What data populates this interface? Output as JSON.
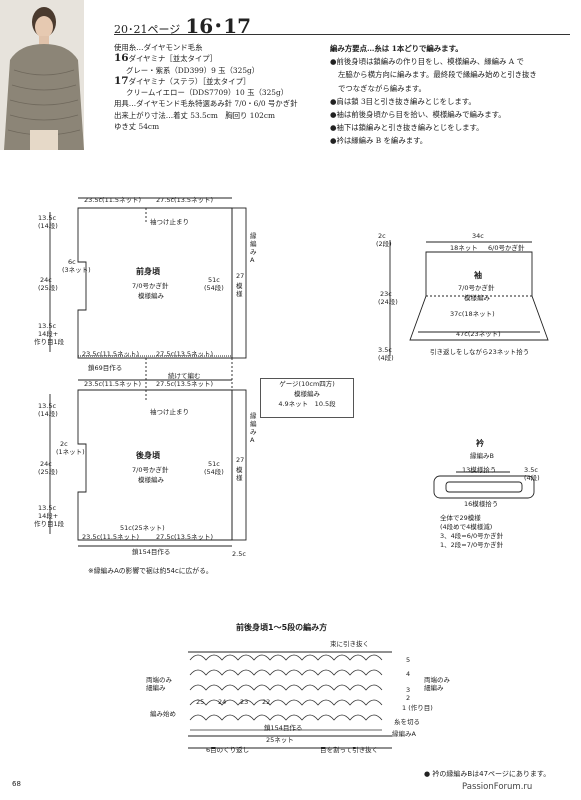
{
  "header": {
    "page_label": "20･21ページ",
    "model_no": "16･17"
  },
  "materials": {
    "line1": "使用糸…ダイヤモンド毛糸",
    "n16": "16",
    "n16_yarn": "ダイヤミナ［並太タイプ］",
    "n16_color": "グレー・紫系（DD399）9 玉（325g）",
    "n17": "17",
    "n17_yarn": "ダイヤミナ（ステラ）［並太タイプ］",
    "n17_color": "クリームイエロー（DDS7709）10 玉（325g）",
    "tools": "用具…ダイヤモンド毛糸特選あみ針 7/0・6/0 号かぎ針",
    "size": "出来上がり寸法…着丈 53.5cm　胸回り 102cm",
    "sleeve_len": "ゆき丈 54cm"
  },
  "points": {
    "heading": "編み方要点…糸は 1本どりで編みます。",
    "p1": "●前後身頃は鎖編みの作り目をし、模様編み、縁編み A で",
    "p1b": "左脇から横方向に編みます。最終段で縁編み始めと引き抜き",
    "p1c": "でつなぎながら編みます。",
    "p2": "●肩は鎖 3目と引き抜き編みとじをします。",
    "p3": "●袖は前後身頃から目を拾い、模様編みで編みます。",
    "p4": "●袖下は鎖編みと引き抜き編みとじをします。",
    "p5": "●衿は縁編み B を編みます。"
  },
  "front": {
    "top_left": "23.5c(11.5ネット)",
    "top_right": "27.5c(13.5ネット)",
    "neck_stop": "袖つけ止まり",
    "edge_a": "縁編みA",
    "d135": "13.5c",
    "r14": "(14段)",
    "d6": "6c",
    "r3": "(3ネット)",
    "d24": "24c",
    "r25": "(25段)",
    "d135b": "13.5c",
    "r14b": "14段+",
    "start1": "作り目1段",
    "name": "前身頃",
    "hook": "7/0号かぎ針",
    "pattern": "模様編み",
    "w51": "51c",
    "r54": "(54段)",
    "w27": "27",
    "pat27": "模様",
    "bot_left": "23.5c(11.5ネット)",
    "bot_right": "27.5c(13.5ネット)",
    "chain": "鎖69目作る",
    "connect": "続けて編む"
  },
  "back": {
    "top_left": "23.5c(11.5ネット)",
    "top_right": "27.5c(13.5ネット)",
    "neck_stop": "袖つけ止まり",
    "edge_a": "縁編みA",
    "d135": "13.5c",
    "r14": "(14段)",
    "d2": "2c",
    "r1": "(1ネット)",
    "d24": "24c",
    "r25": "(25段)",
    "d135b": "13.5c",
    "r14b": "14段+",
    "start1": "作り目1段",
    "name": "後身頃",
    "hook": "7/0号かぎ針",
    "pattern": "模様編み",
    "w51": "51c",
    "r54": "(54段)",
    "w27": "27",
    "pat27": "模様",
    "w51bot": "51c(25ネット)",
    "bot_left": "23.5c(11.5ネット)",
    "bot_right": "27.5c(13.5ネット)",
    "chain": "鎖154目作る",
    "d25": "2.5c",
    "note": "※縁編みAの影響で裾は約54cに広がる。"
  },
  "gauge": {
    "l1": "ゲージ(10cm四方)",
    "l2": "模様編み",
    "l3": "4.9ネット　10.5段"
  },
  "sleeve": {
    "w34": "34c",
    "pick18": "18ネット",
    "hook6": "6/0号かぎ針",
    "d2": "2c",
    "r2": "(2段)",
    "d23": "23c",
    "r24": "(24段)",
    "d35": "3.5c",
    "r4": "(4段)",
    "name": "袖",
    "hook": "7/0号かぎ針",
    "pattern": "模様編み",
    "w37": "37c(18ネット)",
    "w47": "47c(23ネット)",
    "note": "引き返しをしながら23ネット拾う"
  },
  "collar": {
    "name": "衿",
    "edge_b": "縁編みB",
    "pick13": "13模様拾う",
    "pick16": "16模様拾う",
    "d35": "3.5c",
    "r4": "(4段)",
    "info1": "全体で29模様",
    "info2": "(4段めで4模様減)",
    "info3": "3、4段=6/0号かぎ針",
    "info4": "1、2段=7/0号かぎ針"
  },
  "chart": {
    "title": "前後身頃1〜5段の編み方",
    "bundle": "束に引き抜く",
    "both_l": "両端のみ",
    "both_l2": "細編み",
    "both_r": "両端のみ",
    "both_r2": "細編み",
    "start": "編み始め",
    "rows": [
      "5",
      "4",
      "3",
      "2",
      "1 (作り目)"
    ],
    "nums": [
      "25",
      "24",
      "23",
      "22"
    ],
    "chain154": "鎖154目作る",
    "net25": "25ネット",
    "rep6": "6目のくり返し",
    "cut": "糸を切る",
    "cut_pull": "目を割って引き抜く",
    "edge_a": "縁編みA",
    "footnote": "● 衿の縁編みBは47ページにあります。"
  },
  "footer": {
    "page": "68",
    "watermark": "PassionForum.ru"
  }
}
